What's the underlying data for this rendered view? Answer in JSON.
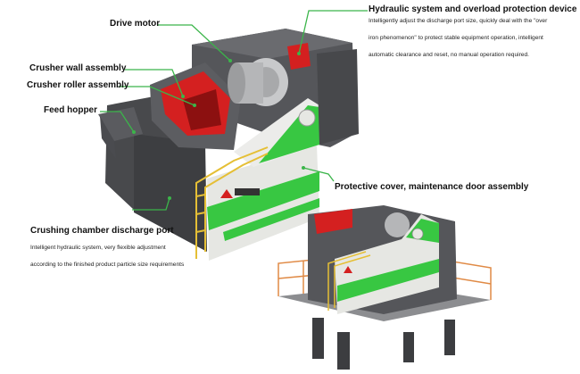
{
  "labels": {
    "drive_motor": "Drive motor",
    "hydraulic": "Hydraulic system and overload protection device",
    "crusher_wall": "Crusher wall assembly",
    "crusher_roller": "Crusher roller assembly",
    "feed_hopper": "Feed hopper",
    "protective_cover": "Protective cover, maintenance door assembly",
    "discharge_port": "Crushing chamber discharge port"
  },
  "descriptions": {
    "hydraulic": [
      "Intelligently adjust the discharge port size, quickly deal with the \"over",
      "iron phenomenon\" to protect stable equipment operation, intelligent",
      "automatic clearance and reset, no manual operation required."
    ],
    "discharge": [
      "Intelligent hydraulic system, very flexible adjustment",
      "according to the finished product particle size requirements"
    ]
  },
  "colors": {
    "leader": "#3bb54a",
    "machine_green": "#38c742",
    "machine_dark": "#4c4d50",
    "cover_white": "#e6e7e3",
    "rail_yellow": "#e5bf35",
    "chamber_red": "#d42020",
    "platform_orange": "#e08a45"
  }
}
